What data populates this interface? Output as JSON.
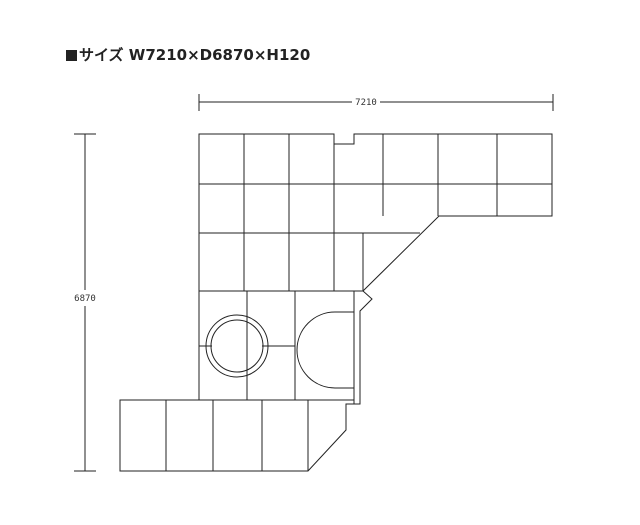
{
  "header": {
    "bullet": "■",
    "title": "サイズ W7210×D6870×H120"
  },
  "dimensions": {
    "width_label": "7210",
    "depth_label": "6870"
  }
}
